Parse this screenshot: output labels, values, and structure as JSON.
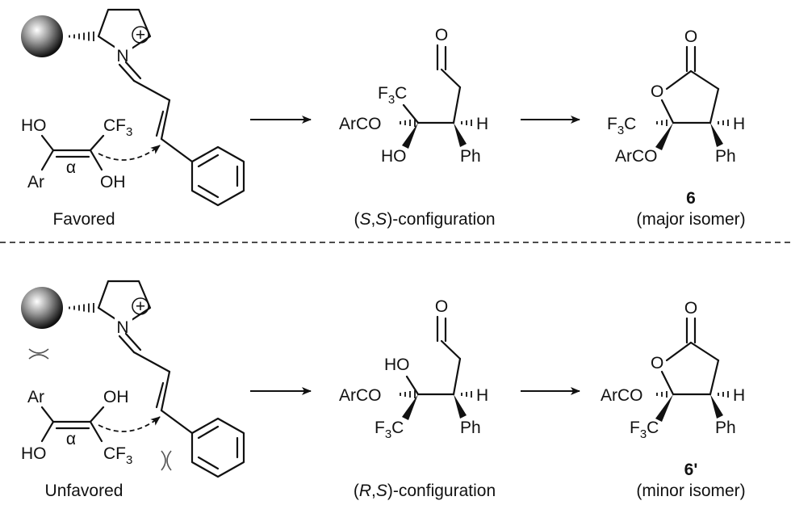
{
  "top": {
    "caption": "Favored",
    "config_prefix": "(",
    "config_s1": "S",
    "config_comma": ",",
    "config_s2": "S",
    "config_suffix": ")-configuration",
    "compound_number": "6",
    "isomer_label": "(major isomer)"
  },
  "bottom": {
    "caption": "Unfavored",
    "config_prefix": "(",
    "config_s1": "R",
    "config_comma": ",",
    "config_s2": "S",
    "config_suffix": ")-configuration",
    "compound_number": "6'",
    "isomer_label": "(minor isomer)"
  },
  "atoms": {
    "ho": "HO",
    "oh": "OH",
    "ar": "Ar",
    "alpha": "α",
    "cf3_c": "CF",
    "three": "3",
    "f3c_f": "F",
    "f3c_c": "C",
    "arco": "ArCO",
    "arco_o": "ArCO",
    "h": "H",
    "ph": "Ph",
    "n": "N",
    "plus": "+",
    "o": "O"
  }
}
